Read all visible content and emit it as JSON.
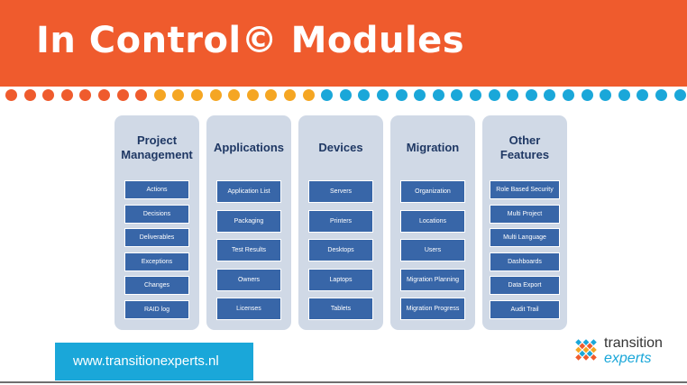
{
  "slide": {
    "title": "In Control© Modules",
    "url": "www.transitionexperts.nl"
  },
  "dots": {
    "colors": [
      "#ef5b2d",
      "#ef5b2d",
      "#ef5b2d",
      "#ef5b2d",
      "#ef5b2d",
      "#ef5b2d",
      "#ef5b2d",
      "#ef5b2d",
      "#f5a623",
      "#f5a623",
      "#f5a623",
      "#f5a623",
      "#f5a623",
      "#f5a623",
      "#f5a623",
      "#f5a623",
      "#f5a623",
      "#1aa7d9",
      "#1aa7d9",
      "#1aa7d9",
      "#1aa7d9",
      "#1aa7d9",
      "#1aa7d9",
      "#1aa7d9",
      "#1aa7d9",
      "#1aa7d9",
      "#1aa7d9",
      "#1aa7d9",
      "#1aa7d9",
      "#1aa7d9",
      "#1aa7d9",
      "#1aa7d9",
      "#1aa7d9",
      "#1aa7d9",
      "#1aa7d9",
      "#1aa7d9",
      "#1aa7d9"
    ]
  },
  "modules": [
    {
      "title": "Project\nManagement",
      "items": [
        "Actions",
        "Decisions",
        "Deliverables",
        "Exceptions",
        "Changes",
        "RAID log"
      ]
    },
    {
      "title": "Applications",
      "items": [
        "Application List",
        "Packaging",
        "Test Results",
        "Owners",
        "Licenses"
      ]
    },
    {
      "title": "Devices",
      "items": [
        "Servers",
        "Printers",
        "Desktops",
        "Laptops",
        "Tablets"
      ]
    },
    {
      "title": "Migration",
      "items": [
        "Organization",
        "Locations",
        "Users",
        "Migration Planning",
        "Migration Progress"
      ]
    },
    {
      "title": "Other\nFeatures",
      "items": [
        "Role Based Security",
        "Multi Project",
        "Multi Language",
        "Dashboards",
        "Data Export",
        "Audit Trail"
      ]
    }
  ],
  "logo": {
    "word1": "transition",
    "word2": "experts",
    "colors": [
      "#ef5b2d",
      "#f5a623",
      "#1aa7d9"
    ]
  }
}
